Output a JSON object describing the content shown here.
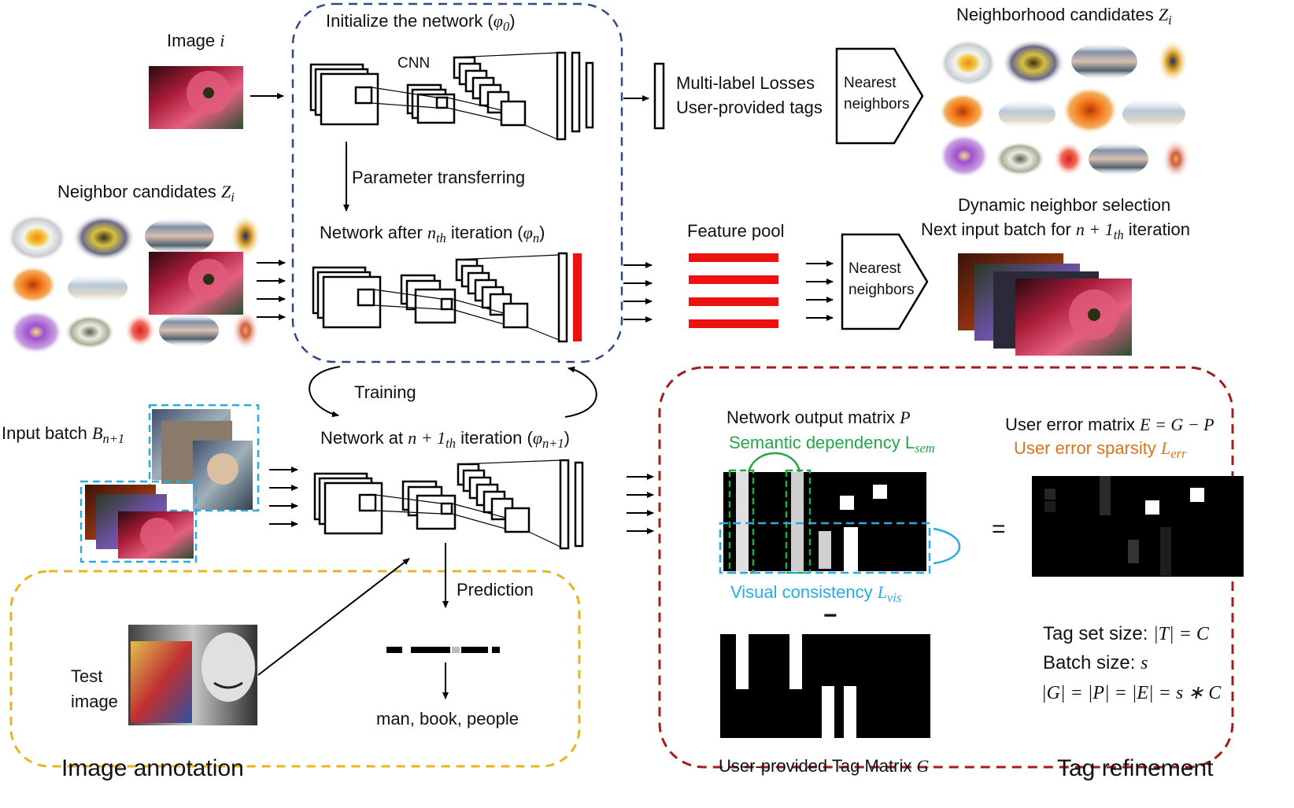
{
  "labels": {
    "image_i": "Image",
    "image_i_var": "i",
    "init_network": "Initialize the network (",
    "init_network_var": "φ",
    "init_network_sub": "0",
    "init_network_end": ")",
    "cnn": "CNN",
    "losses_line1": "Multi-label Losses",
    "losses_line2": "User-provided tags",
    "nearest_neighbors_1a": "Nearest",
    "nearest_neighbors_1b": "neighbors",
    "neighborhood_candidates": "Neighborhood candidates",
    "neighborhood_candidates_var": "Z",
    "neighborhood_candidates_sub": "i",
    "parameter_transferring": "Parameter transferring",
    "neighbor_candidates": "Neighbor candidates",
    "neighbor_candidates_var": "Z",
    "neighbor_candidates_sub": "i",
    "network_after": "Network after",
    "network_after_var": "n",
    "network_after_sub": "th",
    "network_after_end": "iteration (",
    "network_after_phi": "φ",
    "network_after_phi_sub": "n",
    "network_after_close": ")",
    "feature_pool": "Feature pool",
    "nearest_neighbors_2a": "Nearest",
    "nearest_neighbors_2b": "neighbors",
    "dynamic_selection": "Dynamic neighbor selection",
    "next_batch": "Next input batch for",
    "next_batch_var": "n + 1",
    "next_batch_sub": "th",
    "next_batch_end": "iteration",
    "training": "Training",
    "input_batch": "Input batch",
    "input_batch_var": "B",
    "input_batch_sub": "n+1",
    "network_at": "Network at",
    "network_at_var": "n + 1",
    "network_at_sub": "th",
    "network_at_end": "iteration (",
    "network_at_phi": "φ",
    "network_at_phi_sub": "n+1",
    "network_at_close": ")",
    "prediction": "Prediction",
    "test_image_1": "Test",
    "test_image_2": "image",
    "annotation_result": "man, book, people",
    "image_annotation": "Image annotation",
    "network_output_matrix": "Network output matrix",
    "network_output_matrix_var": "P",
    "semantic_dependency": "Semantic dependency L",
    "semantic_dependency_sub": "sem",
    "visual_consistency": "Visual consistency",
    "visual_consistency_var": "L",
    "visual_consistency_sub": "vis",
    "user_error_matrix": "User error matrix",
    "user_error_matrix_eq": "E = G − P",
    "user_error_sparsity": "User error sparsity",
    "user_error_sparsity_var": "L",
    "user_error_sparsity_sub": "err",
    "equals": "=",
    "minus": "−",
    "tag_set_size": "Tag set size:",
    "tag_set_size_eq": "|T| = C",
    "batch_size": "Batch size:",
    "batch_size_var": "s",
    "size_equation": "|G| = |P| = |E| = s ∗ C",
    "user_tag_matrix": "User-provided Tag Matrix",
    "user_tag_matrix_var": "G",
    "tag_refinement": "Tag refinement"
  },
  "colors": {
    "network_region": "#2d4a86",
    "annotation_region": "#e8b51c",
    "refinement_region": "#a41c1c",
    "semantic_green": "#22a845",
    "visual_blue": "#29abe2",
    "error_orange": "#d9731c",
    "feature_red": "#ee1111"
  }
}
